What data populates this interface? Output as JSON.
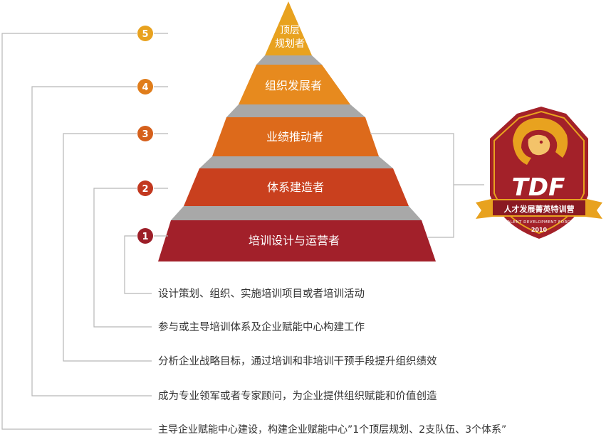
{
  "tiers": [
    {
      "label_lines": [
        "顶层",
        "规划者"
      ],
      "number": "5",
      "color": "#e8a21f",
      "number_color": "#e8a21f"
    },
    {
      "label_lines": [
        "组织发展者"
      ],
      "number": "4",
      "color": "#e78a1e",
      "number_color": "#e07d1b"
    },
    {
      "label_lines": [
        "业绩推动者"
      ],
      "number": "3",
      "color": "#dd6a1b",
      "number_color": "#d5601c"
    },
    {
      "label_lines": [
        "体系建造者"
      ],
      "number": "2",
      "color": "#c9401e",
      "number_color": "#c2381f"
    },
    {
      "label_lines": [
        "培训设计与运营者"
      ],
      "number": "1",
      "color": "#a2202a",
      "number_color": "#9c1e28"
    }
  ],
  "descriptions": [
    "设计策划、组织、实施培训项目或者培训活动",
    "参与或主导培训体系及企业赋能中心构建工作",
    "分析企业战略目标，通过培训和非培训干预手段提升组织绩效",
    "成为专业领军或者专家顾问，为企业提供组织赋能和价值创造",
    "主导企业赋能中心建设，构建企业赋能中心”1个顶层规划、2支队伍、3个体系”"
  ],
  "logo": {
    "main": "TDF",
    "banner": "人才发展菁英特训营",
    "sub": "TALENT DEVELOPMENT FORCE",
    "year": "2010",
    "shield_color": "#a32129",
    "accent_color": "#e8a21f"
  },
  "colors": {
    "connector": "#b8b8b8",
    "band": "#a8a8a8",
    "text": "#333333"
  }
}
